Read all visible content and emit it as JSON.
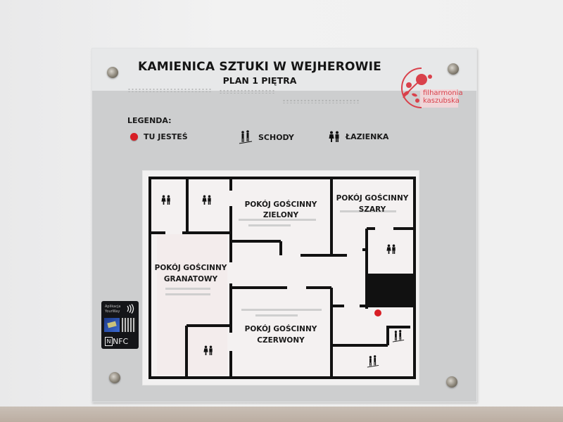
{
  "sign": {
    "title": "KAMIENICA SZTUKI W WEJHEROWIE",
    "subtitle": "PLAN 1 PIĘTRA",
    "logo": {
      "line1": "filharmonia",
      "line2": "kaszubska",
      "color": "#d9414b"
    },
    "colors": {
      "plate": "#cdcecf",
      "accent_red": "#d81f26",
      "walls": "#111111"
    }
  },
  "legend": {
    "title": "LEGENDA:",
    "items": [
      {
        "icon": "red-dot-icon",
        "label": "TU JESTEŚ"
      },
      {
        "icon": "stairs-icon",
        "label": "SCHODY"
      },
      {
        "icon": "restroom-icon",
        "label": "ŁAZIENKA"
      }
    ]
  },
  "rooms": [
    {
      "line1": "POKÓJ GOŚCINNY",
      "line2": "ZIELONY"
    },
    {
      "line1": "POKÓJ GOŚCINNY",
      "line2": "SZARY"
    },
    {
      "line1": "POKÓJ GOŚCINNY",
      "line2": "GRANATOWY"
    },
    {
      "line1": "POKÓJ GOŚCINNY",
      "line2": "CZERWONY"
    }
  ],
  "nfc_sticker": {
    "line1": "Aplikacja",
    "line2": "YourWay",
    "label": "NFC"
  }
}
